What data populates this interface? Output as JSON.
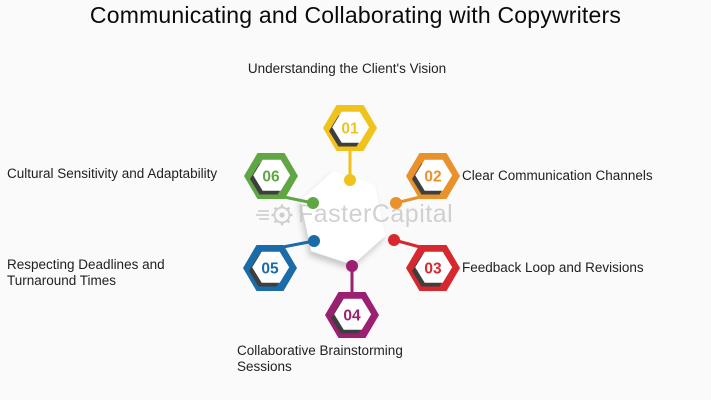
{
  "title": "Communicating and Collaborating with Copywriters",
  "watermark": {
    "brand": "FasterCapital"
  },
  "colors": {
    "background": "#fbfafa",
    "hex_inner": "#ffffff",
    "hex_shadow": "#3e3e3e",
    "label_text": "#1f1f1f",
    "watermark_gray": "#c6c6c6"
  },
  "steps": [
    {
      "number": "01",
      "label": "Understanding the Client's Vision",
      "color": "#efc31c"
    },
    {
      "number": "02",
      "label": "Clear Communication Channels",
      "color": "#e9912b"
    },
    {
      "number": "03",
      "label": "Feedback Loop and Revisions",
      "color": "#d6282e"
    },
    {
      "number": "04",
      "label": "Collaborative Brainstorming Sessions",
      "color": "#9b2071"
    },
    {
      "number": "05",
      "label": "Respecting Deadlines and Turnaround Times",
      "color": "#1a6ba7"
    },
    {
      "number": "06",
      "label": "Cultural Sensitivity and Adaptability",
      "color": "#60a645"
    }
  ]
}
